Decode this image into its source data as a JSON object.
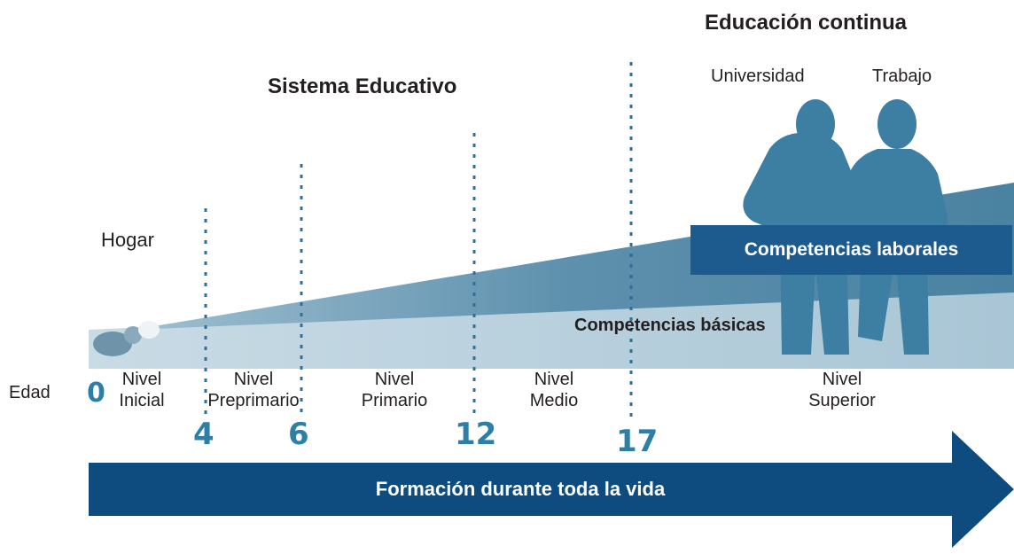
{
  "title_system": "Sistema Educativo",
  "title_continuing": "Educación continua",
  "subtitle_university": "Universidad",
  "subtitle_work": "Trabajo",
  "home_label": "Hogar",
  "age_label": "Edad",
  "bands": {
    "labor": "Competencias laborales",
    "basic": "Competencias básicas"
  },
  "levels": [
    {
      "line1": "Nivel",
      "line2": "Inicial"
    },
    {
      "line1": "Nivel",
      "line2": "Preprimario"
    },
    {
      "line1": "Nivel",
      "line2": "Primario"
    },
    {
      "line1": "Nivel",
      "line2": "Medio"
    },
    {
      "line1": "Nivel",
      "line2": "Superior"
    }
  ],
  "ages": [
    "0",
    "4",
    "6",
    "12",
    "17"
  ],
  "arrow_label": "Formación durante toda la vida",
  "colors": {
    "arrow": "#0e4c7f",
    "labor_band": "#1d5b8f",
    "wedge_dark": "#4e86a4",
    "wedge_light": "#a9c6d6",
    "silhouette": "#3d7ea3",
    "age_numbers": "#2d7fa6",
    "dotted_lines": "#2f6f98"
  },
  "icons": [
    "baby-icon",
    "student-silhouette-icon",
    "worker-silhouette-icon"
  ]
}
